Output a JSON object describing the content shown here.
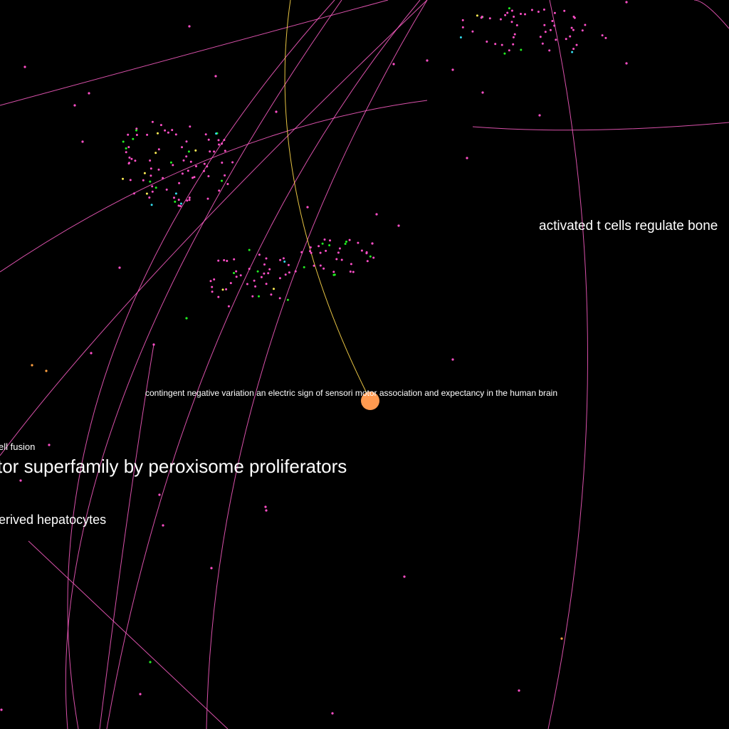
{
  "graph": {
    "background_color": "#000000",
    "edge_color": "#ff5fc8",
    "highlight_edge_color": "#ffd84a",
    "node_colors": {
      "default": "#ff4fc8",
      "secondary": "#22ee22",
      "tertiary": "#ffee55",
      "accent": "#33ddee",
      "warm": "#ffa040"
    },
    "focused_node": {
      "label": "contingent negative variation an electric sign of sensori motor association and expectancy in the human brain",
      "color": "#ff9a50"
    },
    "labels": {
      "t_cells": "activated t cells regulate bone",
      "cell_fusion": "ell fusion",
      "peroxisome": "tor superfamily by peroxisome proliferators",
      "hepatocytes": "erived hepatocytes"
    }
  }
}
